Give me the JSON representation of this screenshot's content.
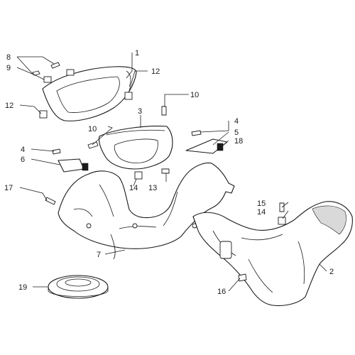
{
  "callouts": {
    "c1": "1",
    "c2": "2",
    "c3": "3",
    "c4a": "4",
    "c4b": "4",
    "c5": "5",
    "c6": "6",
    "c7": "7",
    "c8": "8",
    "c9": "9",
    "c10a": "10",
    "c10b": "10",
    "c12a": "12",
    "c12b": "12",
    "c13": "13",
    "c14a": "14",
    "c14b": "14",
    "c15": "15",
    "c16": "16",
    "c17": "17",
    "c18": "18",
    "c19": "19"
  }
}
